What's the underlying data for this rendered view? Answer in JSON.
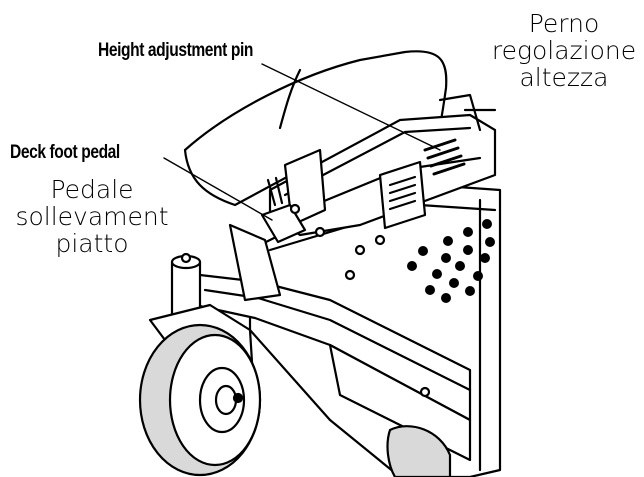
{
  "callouts": {
    "height_pin_en": "Height adjustment pin",
    "deck_pedal_en": "Deck foot pedal",
    "height_pin_it": [
      "Perno",
      "regolazione",
      "altezza"
    ],
    "deck_pedal_it": [
      "Pedale",
      "sollevament",
      "piatto"
    ]
  },
  "colors": {
    "ink": "#000000",
    "paper": "#ffffff",
    "tire": "#d9d9d9"
  }
}
